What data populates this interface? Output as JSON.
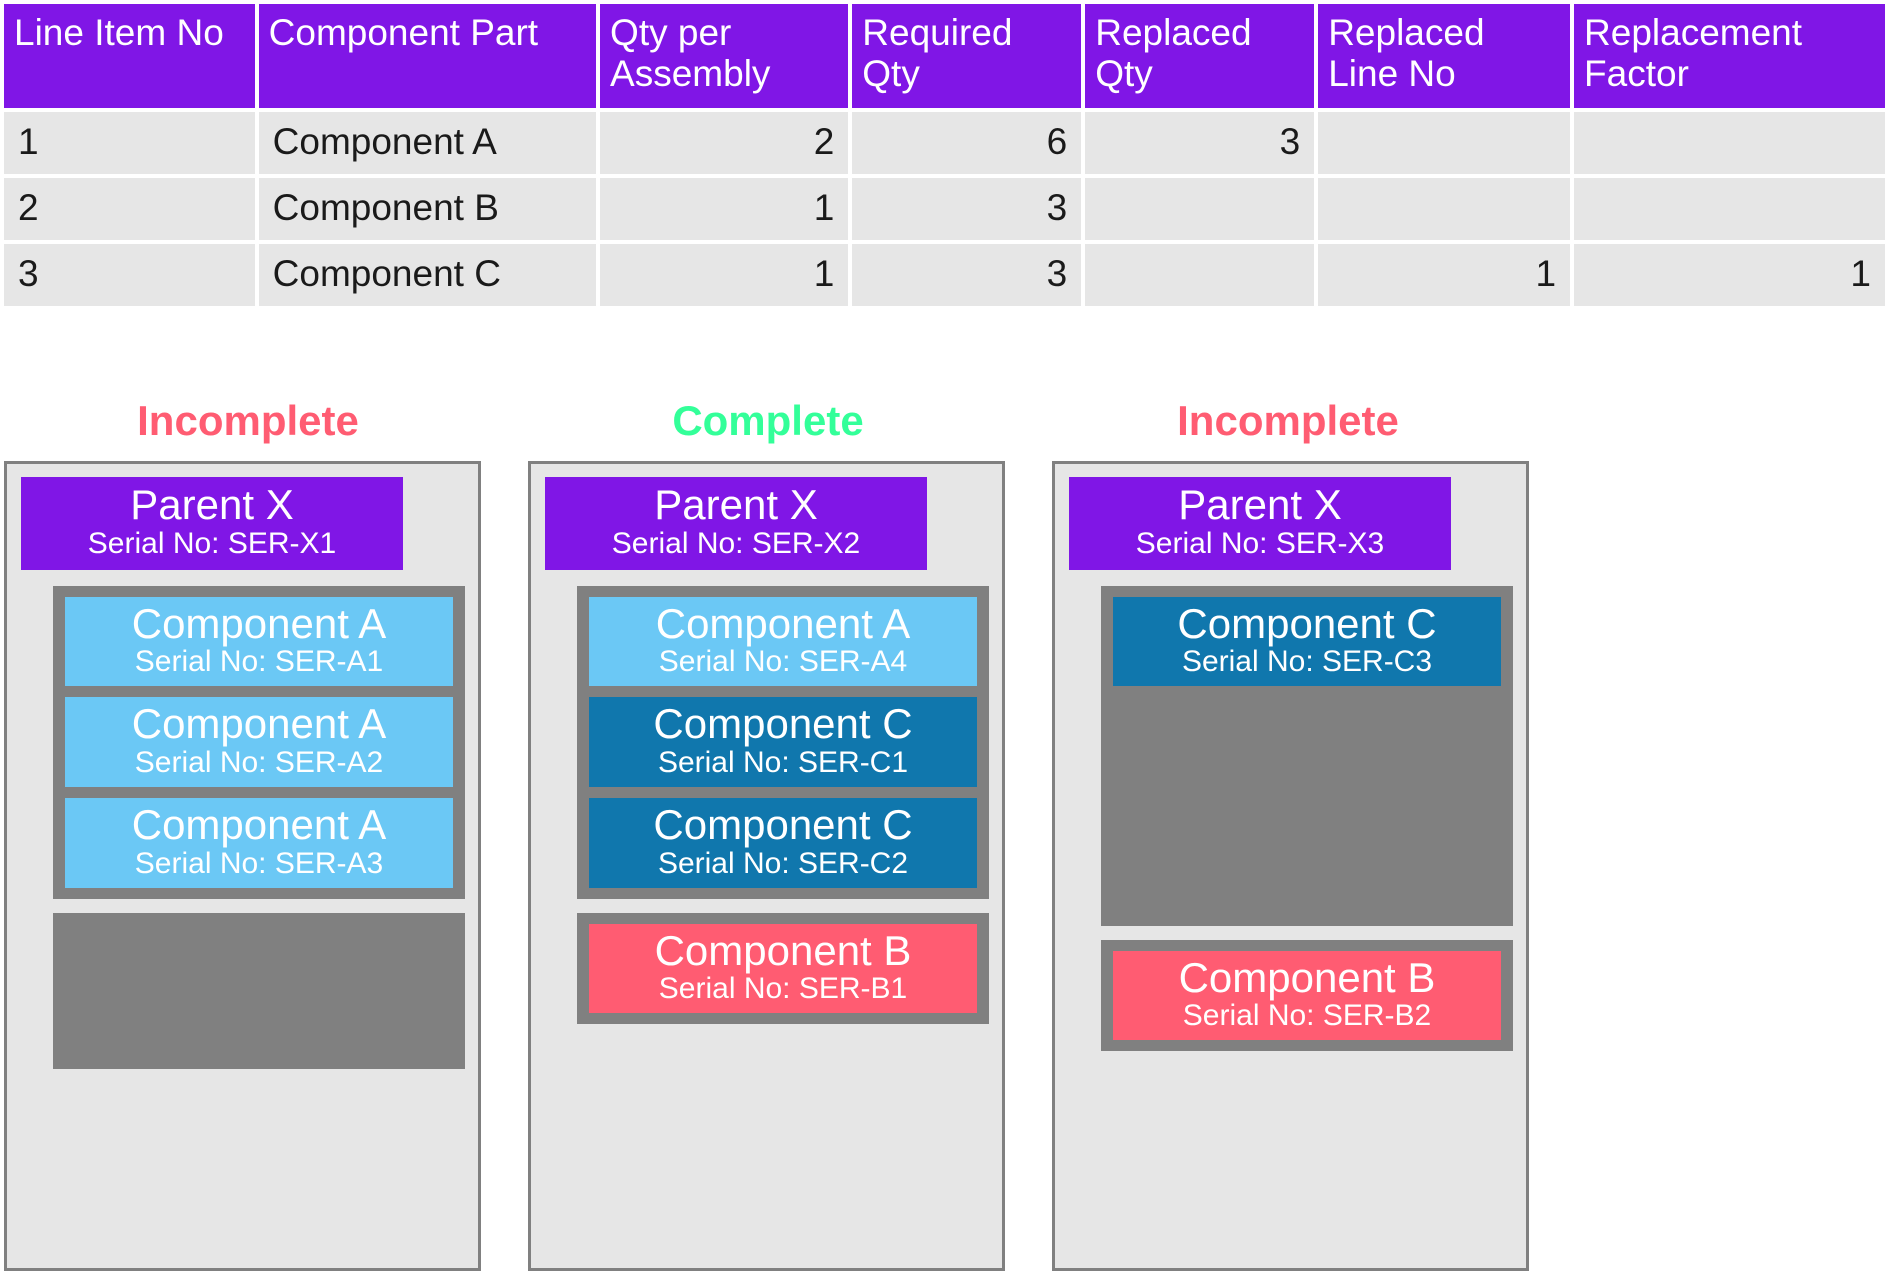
{
  "table": {
    "headers": [
      "Line Item No",
      "Component Part",
      "Qty per Assembly",
      "Required Qty",
      "Replaced Qty",
      "Replaced Line No",
      "Replacement Factor"
    ],
    "header_bg": "#8016E6",
    "row_bg": "#E6E6E6",
    "rows": [
      {
        "line_item_no": "1",
        "component_part": "Component A",
        "qty_per_assembly": "2",
        "required_qty": "6",
        "replaced_qty": "3",
        "replaced_line_no": "",
        "replacement_factor": ""
      },
      {
        "line_item_no": "2",
        "component_part": "Component B",
        "qty_per_assembly": "1",
        "required_qty": "3",
        "replaced_qty": "",
        "replaced_line_no": "",
        "replacement_factor": ""
      },
      {
        "line_item_no": "3",
        "component_part": "Component C",
        "qty_per_assembly": "1",
        "required_qty": "3",
        "replaced_qty": "",
        "replaced_line_no": "1",
        "replacement_factor": "1"
      }
    ]
  },
  "statuses": [
    {
      "label": "Incomplete",
      "color": "#FF5C72"
    },
    {
      "label": "Complete",
      "color": "#33FF99"
    },
    {
      "label": "Incomplete",
      "color": "#FF5C72"
    }
  ],
  "colors": {
    "parent": "#8016E6",
    "component_a": "#6BC8F5",
    "component_b": "#FF5C72",
    "component_c": "#1077AD",
    "group": "#808080",
    "panel_bg": "#E6E6E6",
    "panel_border": "#808080"
  },
  "serial_prefix": "Serial No: ",
  "panels": [
    {
      "parent": {
        "title": "Parent X",
        "serial": "Serial No: SER-X1"
      },
      "groups": [
        {
          "cards": [
            {
              "title": "Component A",
              "serial": "Serial No: SER-A1",
              "kind": "A"
            },
            {
              "title": "Component A",
              "serial": "Serial No: SER-A2",
              "kind": "A"
            },
            {
              "title": "Component A",
              "serial": "Serial No: SER-A3",
              "kind": "A"
            }
          ]
        },
        {
          "cards": []
        }
      ]
    },
    {
      "parent": {
        "title": "Parent X",
        "serial": "Serial No: SER-X2"
      },
      "groups": [
        {
          "cards": [
            {
              "title": "Component A",
              "serial": "Serial No: SER-A4",
              "kind": "A"
            },
            {
              "title": "Component C",
              "serial": "Serial No: SER-C1",
              "kind": "C"
            },
            {
              "title": "Component C",
              "serial": "Serial No: SER-C2",
              "kind": "C"
            }
          ]
        },
        {
          "cards": [
            {
              "title": "Component B",
              "serial": "Serial No: SER-B1",
              "kind": "B"
            }
          ]
        }
      ]
    },
    {
      "parent": {
        "title": "Parent X",
        "serial": "Serial No: SER-X3"
      },
      "groups": [
        {
          "cards": [
            {
              "title": "Component C",
              "serial": "Serial No: SER-C3",
              "kind": "C"
            }
          ]
        },
        {
          "cards": [
            {
              "title": "Component B",
              "serial": "Serial No: SER-B2",
              "kind": "B"
            }
          ]
        }
      ]
    }
  ]
}
